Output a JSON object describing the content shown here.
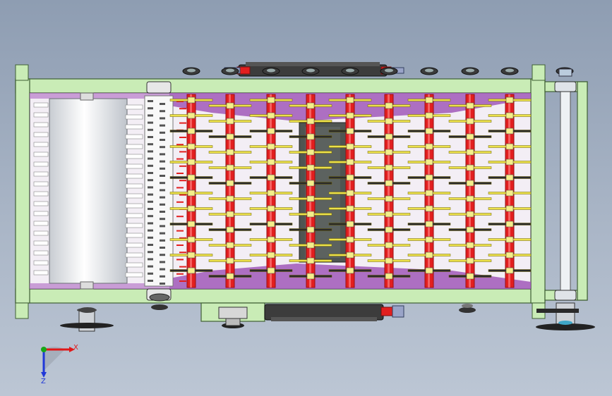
{
  "viewport": {
    "background_top": "#8e9db2",
    "background_bottom": "#bcc6d4"
  },
  "colors": {
    "frame": "#c9ecb6",
    "frame_edge": "#3f5f34",
    "roller_red": "#e21f1f",
    "roller_red_dark": "#9a0f0f",
    "arm_yellow": "#ede24a",
    "arm_dark": "#2a2a2a",
    "purple_panel": "#a058b8",
    "drum_white": "#f4f6f8",
    "center_dark": "#4f5552",
    "motor_dark": "#3c3c3c",
    "pulley_dark": "#222222",
    "axis_x": "#e01818",
    "axis_y": "#18a818",
    "axis_z": "#2038d8"
  },
  "axis_triad": {
    "x_label": "X",
    "z_label": "Z"
  },
  "roller_count": 9,
  "arm_rows": 12
}
